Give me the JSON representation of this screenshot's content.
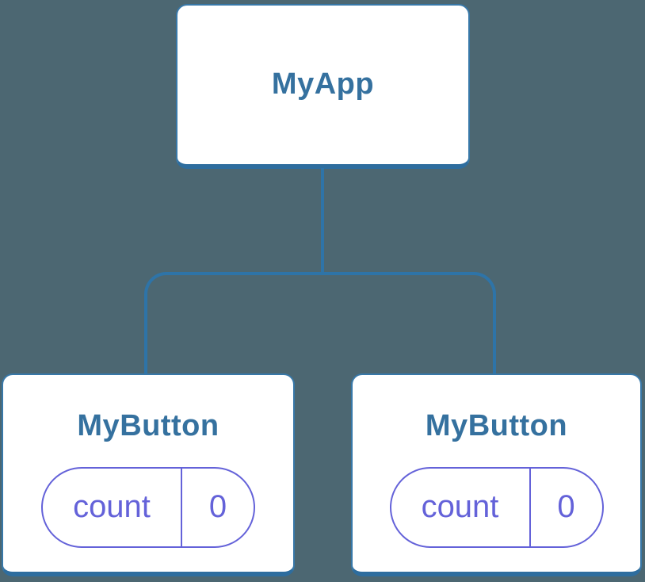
{
  "diagram": {
    "description": "React component tree diagram: parent component with two child components holding isolated state",
    "root": {
      "label": "MyApp"
    },
    "children": [
      {
        "label": "MyButton",
        "state_pill": {
          "key": "count",
          "value": "0"
        }
      },
      {
        "label": "MyButton",
        "state_pill": {
          "key": "count",
          "value": "0"
        }
      }
    ]
  },
  "colors": {
    "background": "#4C6772",
    "node_fill": "#FFFFFF",
    "node_border": "#3878A8",
    "node_bottom_shadow": "#2E6D9E",
    "connector": "#2E74A8",
    "node_label_text": "#35719F",
    "state_accent": "#6462D9"
  }
}
